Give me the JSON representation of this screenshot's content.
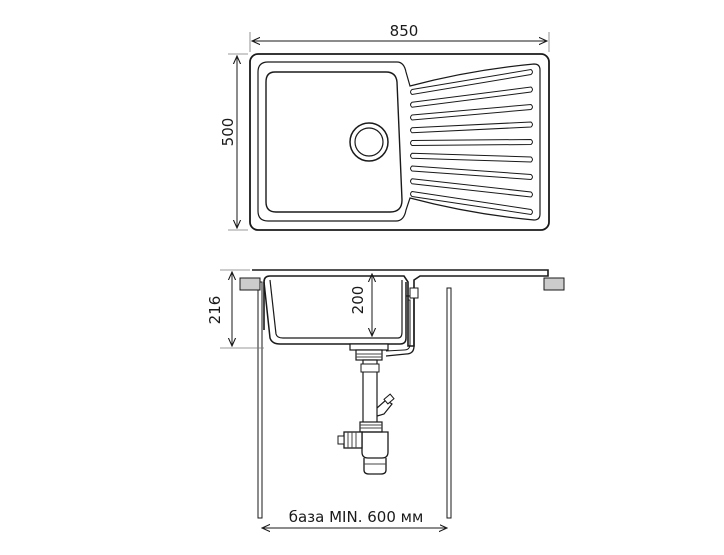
{
  "top_view": {
    "width_label": "850",
    "depth_label": "500"
  },
  "side_view": {
    "height_label": "216",
    "bowl_depth_label": "200",
    "base_label": "база MIN. 600 мм"
  }
}
